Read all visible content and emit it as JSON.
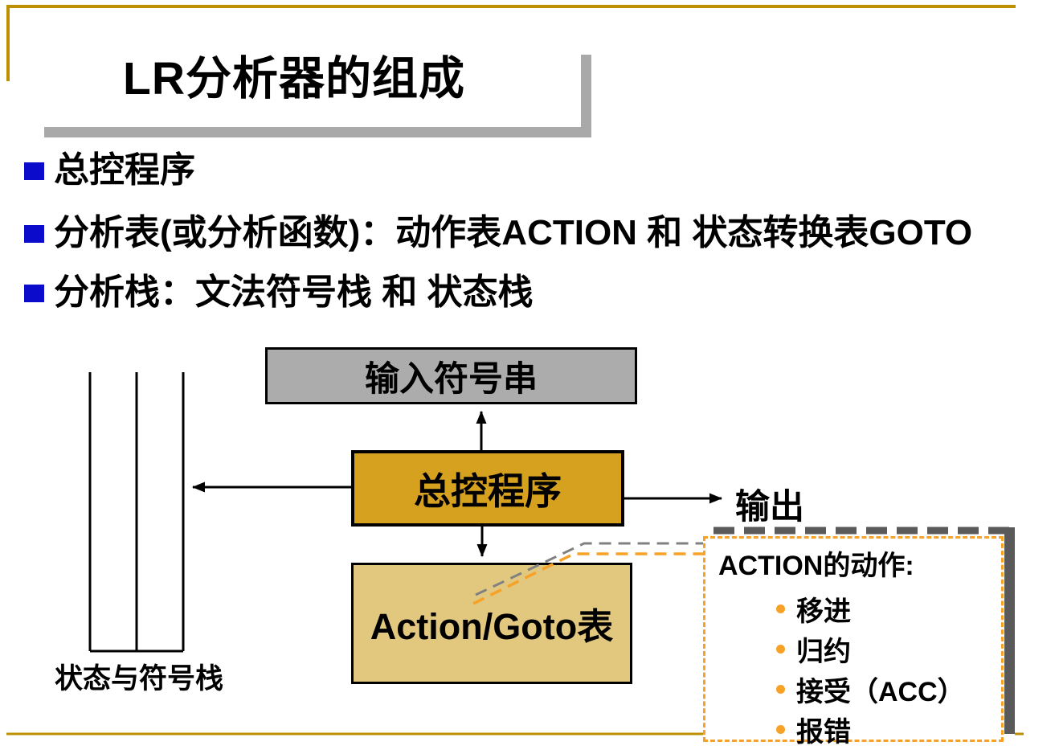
{
  "slide": {
    "title": "LR分析器的组成",
    "bullets": [
      "总控程序",
      "分析表(或分析函数)：动作表ACTION 和 状态转换表GOTO",
      "分析栈：文法符号栈 和 状态栈"
    ]
  },
  "diagram": {
    "input_box_label": "输入符号串",
    "controller_box_label": "总控程序",
    "table_box_label": "Action/Goto表",
    "stack_label": "状态与符号栈",
    "output_label": "输出"
  },
  "callout": {
    "heading": "ACTION的动作:",
    "items": [
      "移进",
      "归约",
      "接受（ACC）",
      "报错"
    ]
  },
  "colors": {
    "gold_line": "#BC9000",
    "gold_box": "#D6A11E",
    "tan_box": "#E2C87E",
    "gray_box": "#ACACAC",
    "title_shadow": "#A9A9A9",
    "bullet_blue": "#0B0BCB",
    "callout_orange": "#F7A127",
    "callout_shadow_gray": "#5A5A5A",
    "leader_gray": "#808080"
  }
}
